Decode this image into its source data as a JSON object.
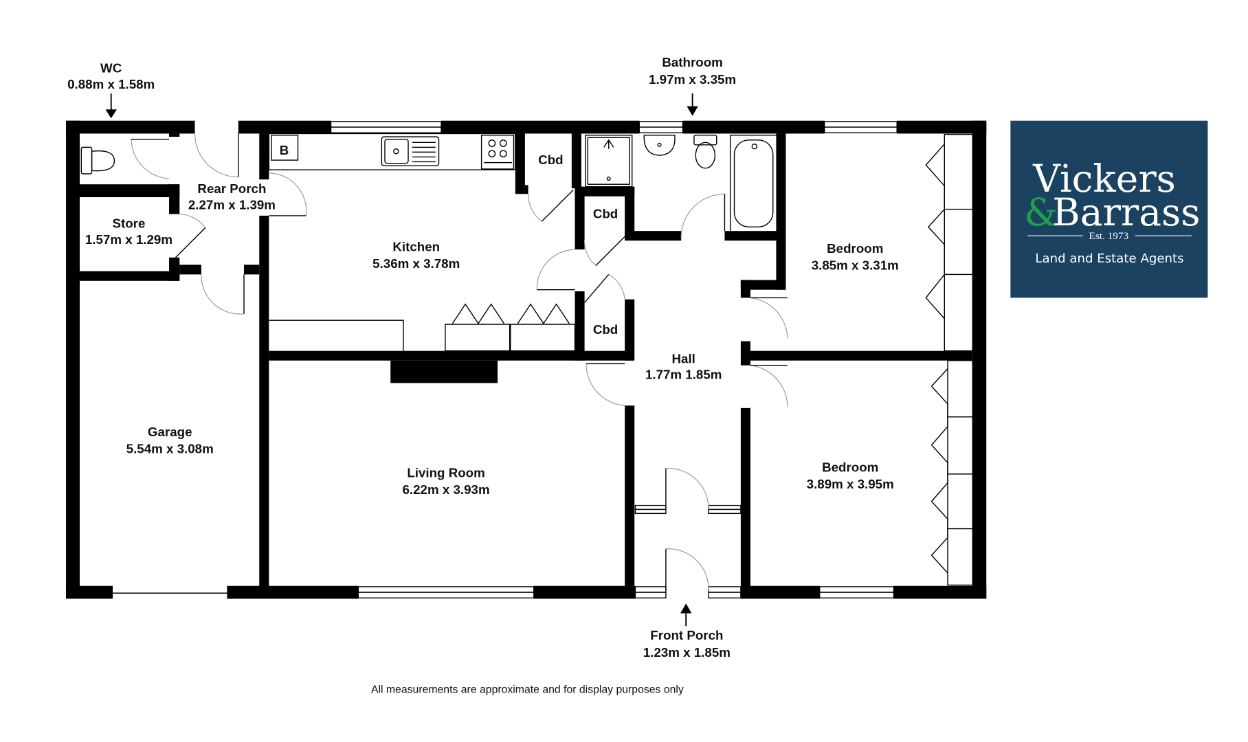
{
  "plan": {
    "rooms": [
      {
        "id": "wc",
        "name": "WC",
        "size": "0.88m x 1.58m"
      },
      {
        "id": "rear_porch",
        "name": "Rear Porch",
        "size": "2.27m x 1.39m"
      },
      {
        "id": "store",
        "name": "Store",
        "size": "1.57m x 1.29m"
      },
      {
        "id": "kitchen",
        "name": "Kitchen",
        "size": "5.36m x 3.78m"
      },
      {
        "id": "bathroom",
        "name": "Bathroom",
        "size": "1.97m x 3.35m"
      },
      {
        "id": "bedroom1",
        "name": "Bedroom",
        "size": "3.85m x 3.31m"
      },
      {
        "id": "hall",
        "name": "Hall",
        "size": "1.77m 1.85m"
      },
      {
        "id": "garage",
        "name": "Garage",
        "size": "5.54m x 3.08m"
      },
      {
        "id": "living",
        "name": "Living Room",
        "size": "6.22m x 3.93m"
      },
      {
        "id": "bedroom2",
        "name": "Bedroom",
        "size": "3.89m x 3.95m"
      },
      {
        "id": "front_porch",
        "name": "Front Porch",
        "size": "1.23m x 1.85m"
      }
    ],
    "cupboards": [
      "Cbd",
      "Cbd",
      "Cbd"
    ],
    "boiler_label": "B",
    "disclaimer": "All measurements are approximate and for display purposes only"
  },
  "logo": {
    "line1": "Vickers",
    "amp": "&",
    "line2": "Barrass",
    "est": "Est. 1973",
    "tagline": "Land and Estate Agents",
    "bg_color": "#1b4260",
    "accent_color": "#1fa04a"
  },
  "icons": [
    "toilet-icon",
    "sink-icon",
    "hob-icon",
    "shower-icon",
    "basin-icon",
    "bath-icon",
    "arrow-down-icon",
    "arrow-up-icon"
  ]
}
